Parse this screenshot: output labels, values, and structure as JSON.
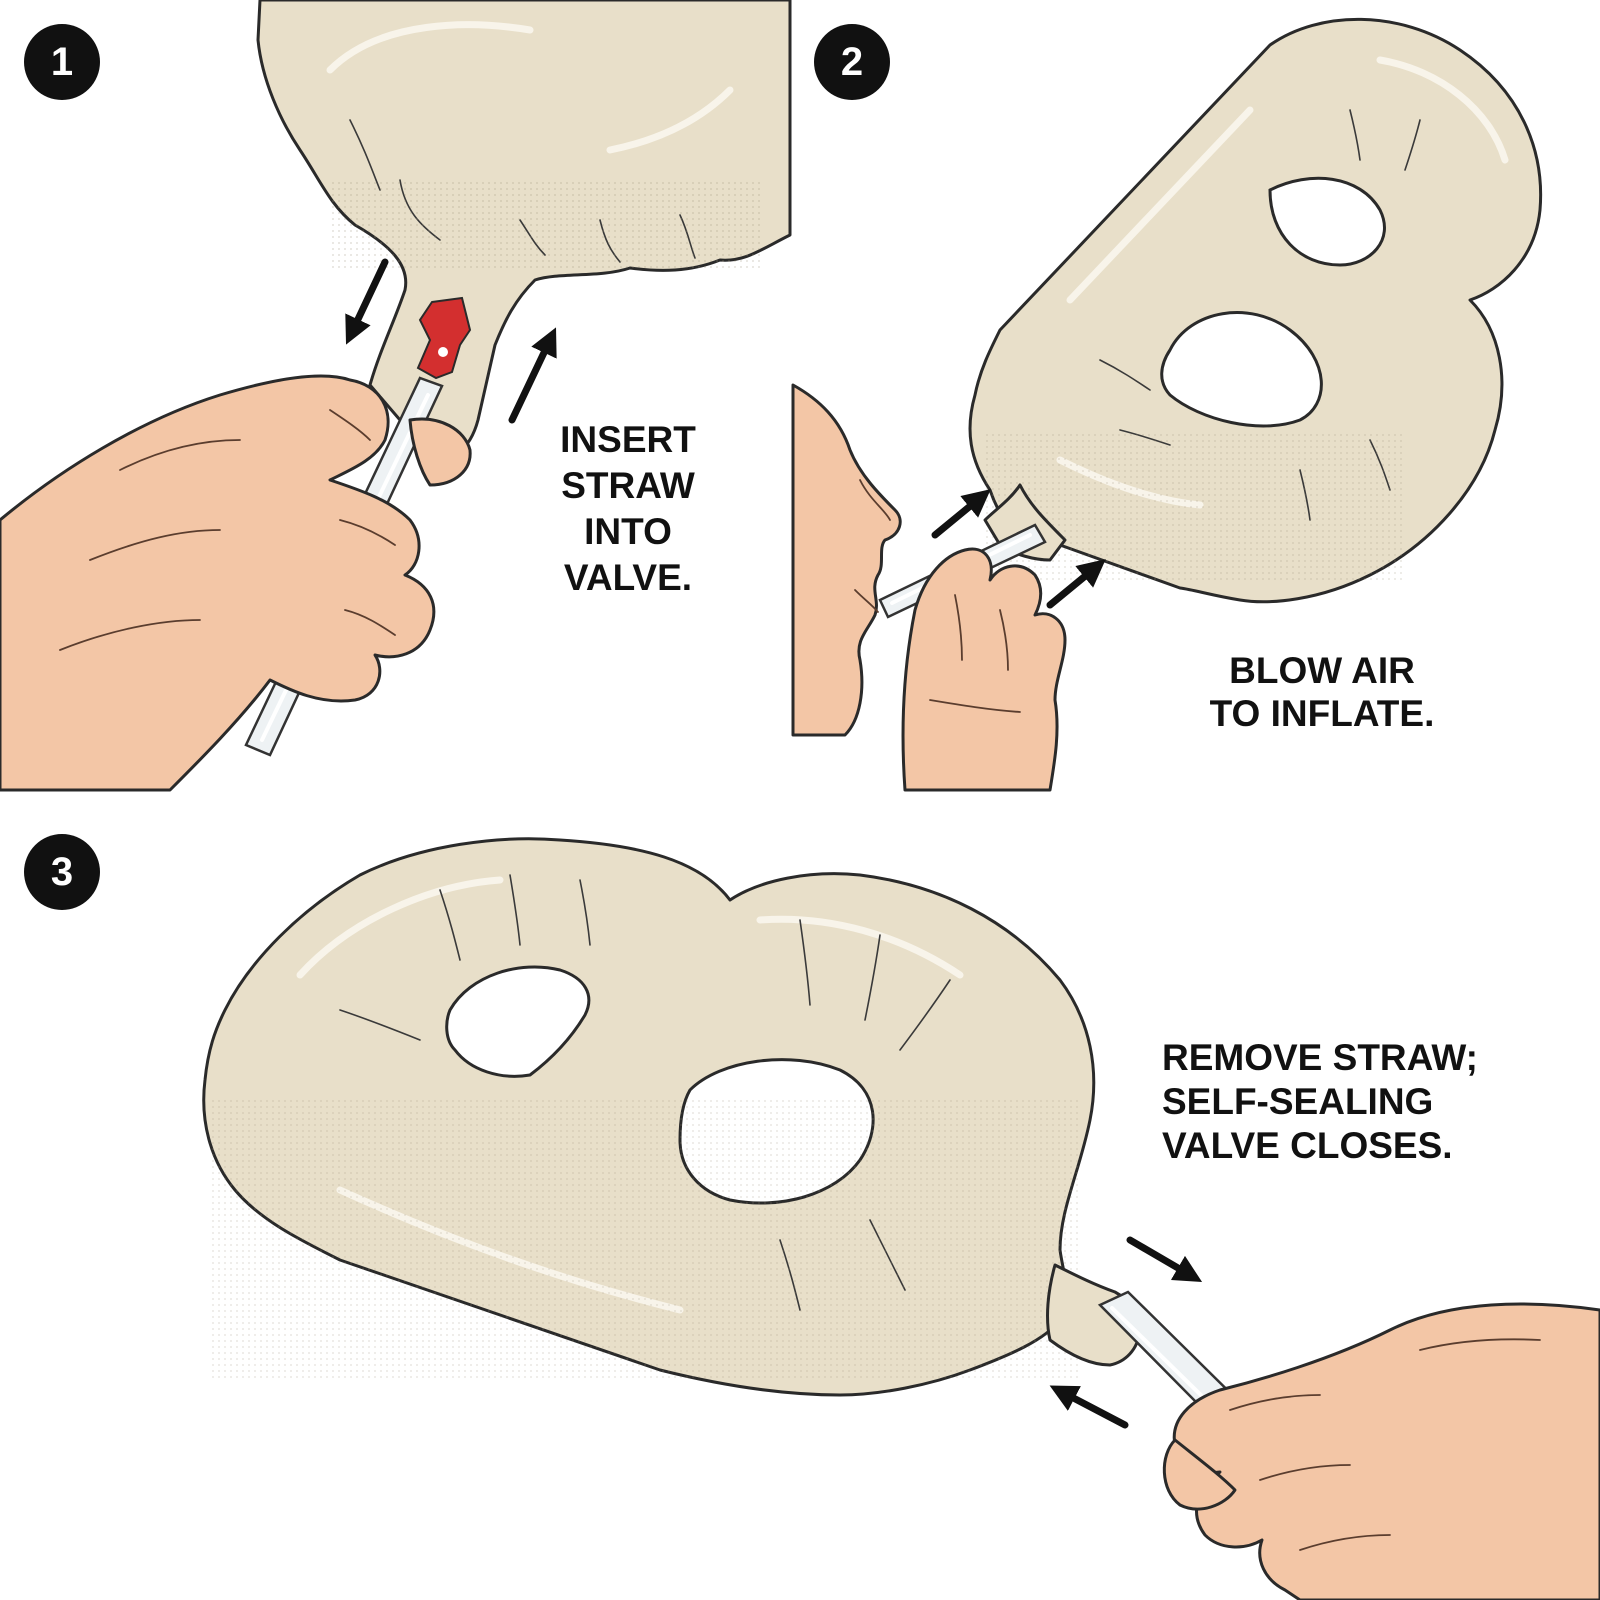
{
  "steps": [
    {
      "number": "1",
      "instruction_lines": [
        "INSERT",
        "STRAW",
        "INTO",
        "VALVE."
      ]
    },
    {
      "number": "2",
      "instruction_lines": [
        "BLOW AIR",
        "TO INFLATE."
      ]
    },
    {
      "number": "3",
      "instruction_lines": [
        "REMOVE STRAW;",
        "SELF-SEALING",
        "VALVE CLOSES."
      ]
    }
  ],
  "colors": {
    "balloon": "#e8dfc9",
    "skin": "#f3c6a6",
    "valve": "#d32f2f",
    "badge": "#111111",
    "outline": "#2a2a2a"
  },
  "icons": {
    "step_badge": "numbered-circle-badge",
    "direction": "arrow-icon",
    "valve": "red-valve-icon"
  }
}
